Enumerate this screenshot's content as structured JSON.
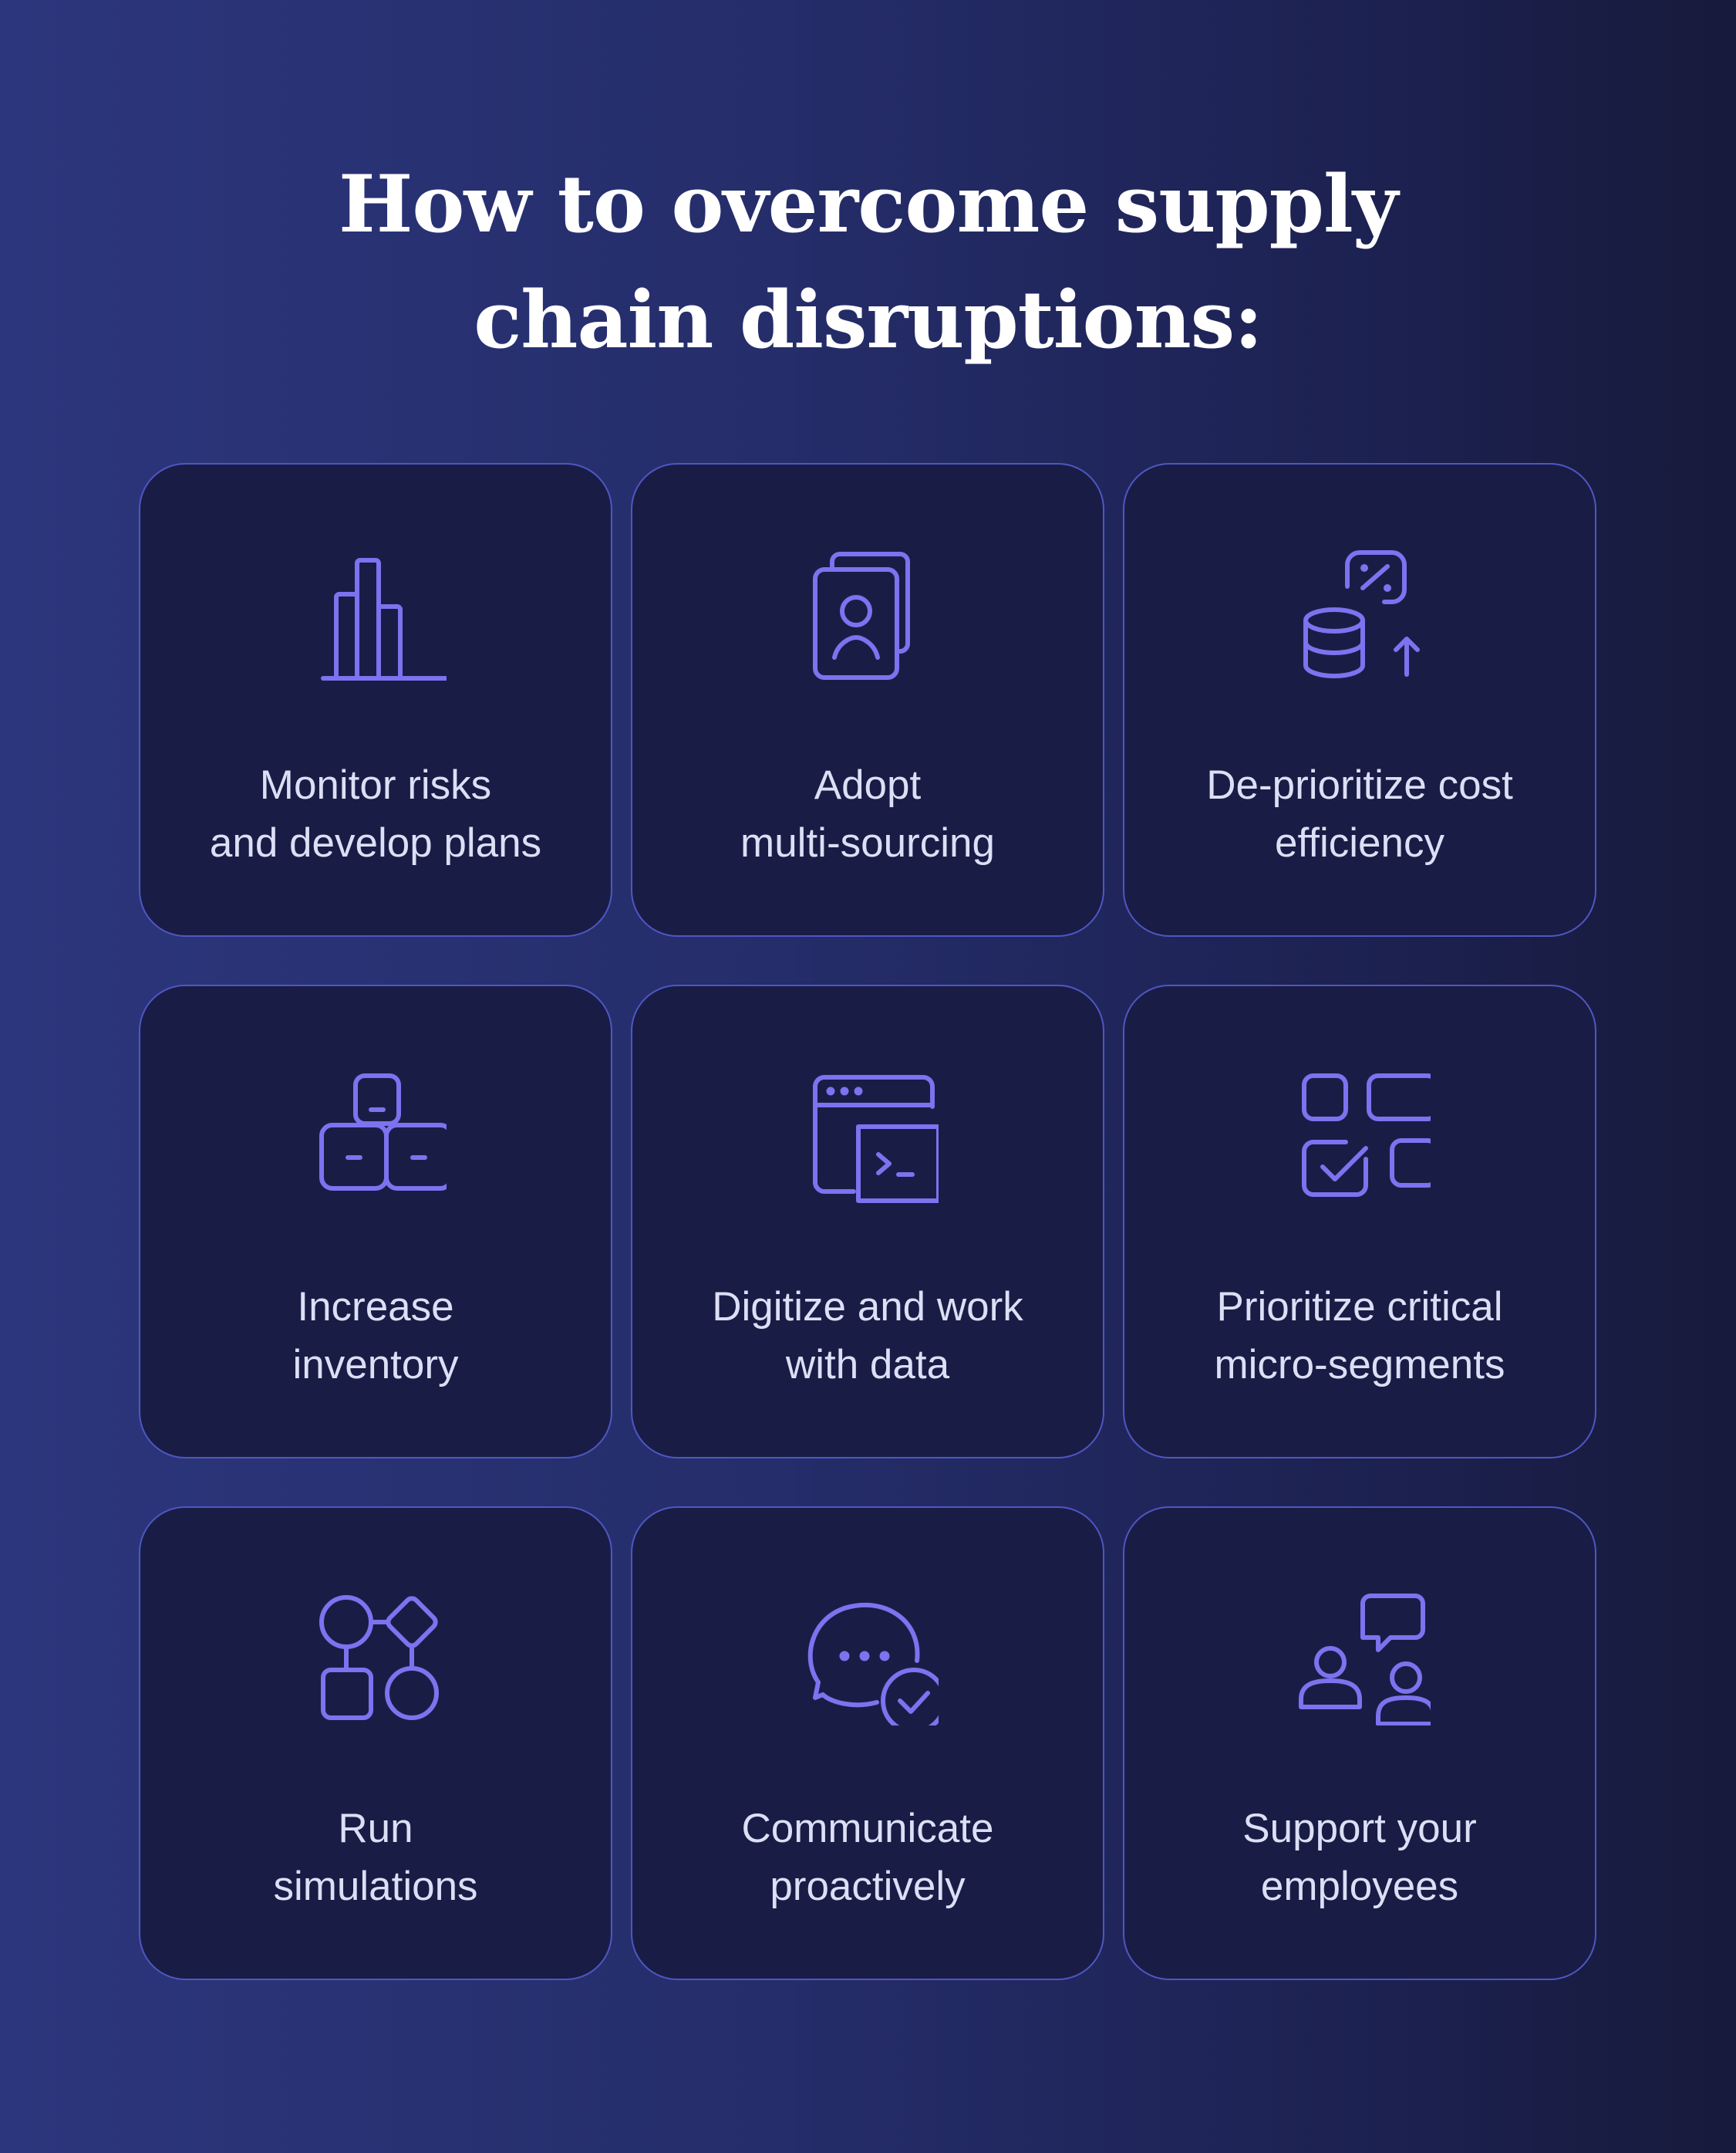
{
  "title": {
    "line1": "How to overcome supply",
    "line2": "chain disruptions:"
  },
  "colors": {
    "background_left": "#2c367c",
    "background_right": "#171a3b",
    "card_fill": "#191d45",
    "card_border": "#4f56c4",
    "icon": "#7b73ef",
    "title_text": "#ffffff",
    "label_text": "#dcdff5"
  },
  "cards": [
    {
      "icon": "bar-chart-icon",
      "line1": "Monitor risks",
      "line2": "and develop plans"
    },
    {
      "icon": "profile-stack-icon",
      "line1": "Adopt",
      "line2": "multi-sourcing"
    },
    {
      "icon": "cost-percent-icon",
      "line1": "De-prioritize cost",
      "line2": "efficiency"
    },
    {
      "icon": "stacked-boxes-icon",
      "line1": "Increase",
      "line2": "inventory"
    },
    {
      "icon": "browser-terminal-icon",
      "line1": "Digitize and work",
      "line2": "with data"
    },
    {
      "icon": "segments-check-icon",
      "line1": "Prioritize critical",
      "line2": "micro-segments"
    },
    {
      "icon": "flow-diagram-icon",
      "line1": "Run",
      "line2": "simulations"
    },
    {
      "icon": "chat-check-icon",
      "line1": "Communicate",
      "line2": "proactively"
    },
    {
      "icon": "people-chat-icon",
      "line1": "Support your",
      "line2": "employees"
    }
  ]
}
